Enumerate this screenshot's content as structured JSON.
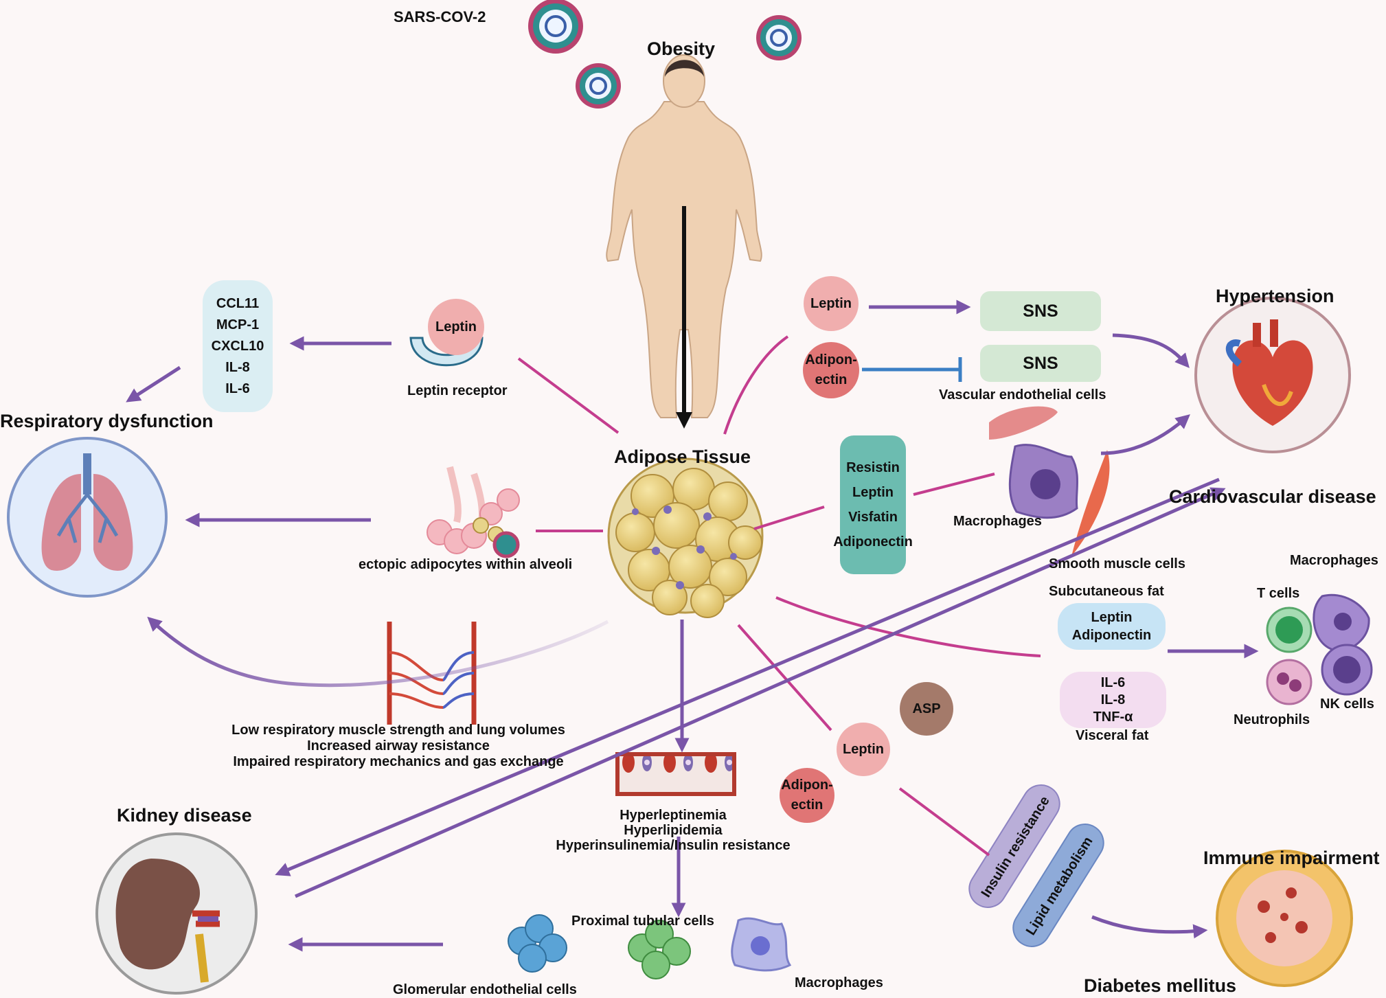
{
  "title": "Obesity",
  "virus_label": "SARS-COV-2",
  "center": "Adipose Tissue",
  "outcomes": {
    "respiratory": "Respiratory dysfunction",
    "hypertension": "Hypertension",
    "cardiovascular": "Cardiovascular disease",
    "kidney": "Kidney disease",
    "immune": "Immune impairment",
    "diabetes": "Diabetes mellitus"
  },
  "respiratory": {
    "cytokines": [
      "CCL11",
      "MCP-1",
      "CXCL10",
      "IL-8",
      "IL-6"
    ],
    "leptin": "Leptin",
    "leptin_receptor": "Leptin receptor",
    "alveoli": "ectopic adipocytes within alveoli",
    "mechanics": [
      "Low respiratory muscle strength and lung volumes",
      "Increased airway resistance",
      "Impaired respiratory mechanics and gas exchange"
    ]
  },
  "hypertension": {
    "leptin": "Leptin",
    "adiponectin_1": "Adipon-",
    "adiponectin_2": "ectin",
    "sns_1": "SNS",
    "sns_2": "SNS",
    "endothelial": "Vascular endothelial cells"
  },
  "cardiovascular": {
    "adipokines": [
      "Resistin",
      "Leptin",
      "Visfatin",
      "Adiponectin"
    ],
    "macrophages": "Macrophages",
    "smooth_muscle": "Smooth muscle cells"
  },
  "immune": {
    "subcutaneous": "Subcutaneous fat",
    "sub_items": [
      "Leptin",
      "Adiponectin"
    ],
    "visceral_items": [
      "IL-6",
      "IL-8",
      "TNF-α"
    ],
    "visceral": "Visceral fat",
    "macrophages": "Macrophages",
    "t_cells": "T cells",
    "neutrophils": "Neutrophils",
    "nk_cells": "NK cells"
  },
  "blood": [
    "Hyperleptinemia",
    "Hyperlipidemia",
    "Hyperinsulinemia/Insulin resistance"
  ],
  "kidney": {
    "proximal": "Proximal tubular cells",
    "glomerular": "Glomerular endothelial cells",
    "macrophages": "Macrophages"
  },
  "diabetes": {
    "asp": "ASP",
    "leptin": "Leptin",
    "adiponectin_1": "Adipon-",
    "adiponectin_2": "ectin",
    "insulin_resistance": "Insulin resistance",
    "lipid_metabolism": "Lipid metabolism"
  },
  "colors": {
    "arrow": "#7a55a8",
    "connector": "#c43d8e",
    "inhibit": "#3b7fc4",
    "adipose": "#e5cc7a",
    "lung_bg": "#e2ecfb",
    "heart_bg": "#f5eeee",
    "kidney_bg": "#ececec",
    "sns": "#d4e8d4",
    "adipokine_pill": "#6cbcb0",
    "cytokine_pill": "#dbeef3",
    "sub_pill": "#c7e4f5",
    "visc_pill": "#f3ddf0",
    "leptin_circle": "#f0aeae",
    "adipo_circle": "#e07575",
    "asp_circle": "#a47a6a"
  }
}
